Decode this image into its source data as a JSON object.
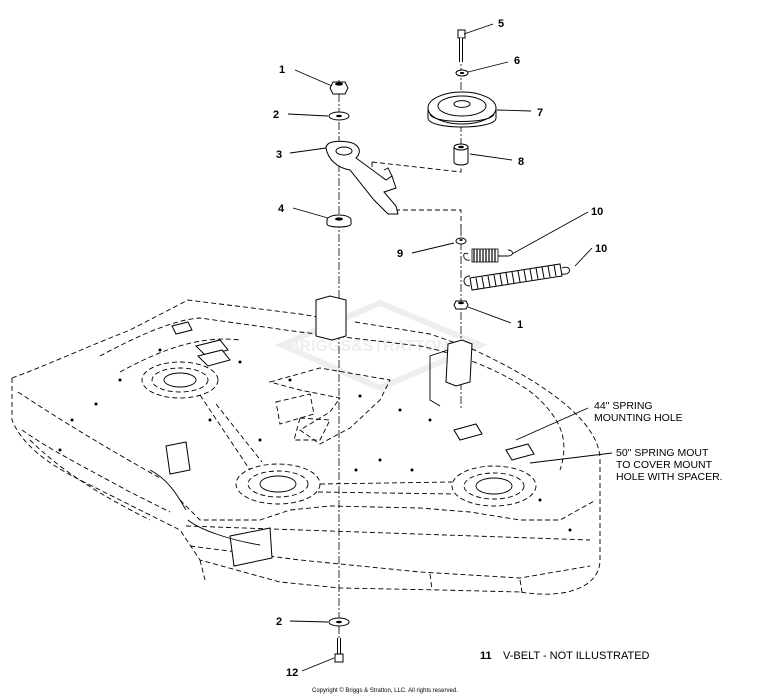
{
  "watermark": "BRIGGS&STRATTON",
  "callouts": {
    "c1a": "1",
    "c2a": "2",
    "c3": "3",
    "c4": "4",
    "c5": "5",
    "c6": "6",
    "c7": "7",
    "c8": "8",
    "c9": "9",
    "c10a": "10",
    "c10b": "10",
    "c1b": "1",
    "c2b": "2",
    "c12": "12"
  },
  "notes": {
    "spring44_line1": "44\" SPRING",
    "spring44_line2": "MOUNTING HOLE",
    "spring50_line1": "50\" SPRING MOUT",
    "spring50_line2": "TO COVER MOUNT",
    "spring50_line3": "HOLE WITH SPACER."
  },
  "vbelt": {
    "number": "11",
    "text": "V-BELT - NOT ILLUSTRATED"
  },
  "copyright": "Copyright © Briggs & Stratton, LLC. All rights reserved."
}
